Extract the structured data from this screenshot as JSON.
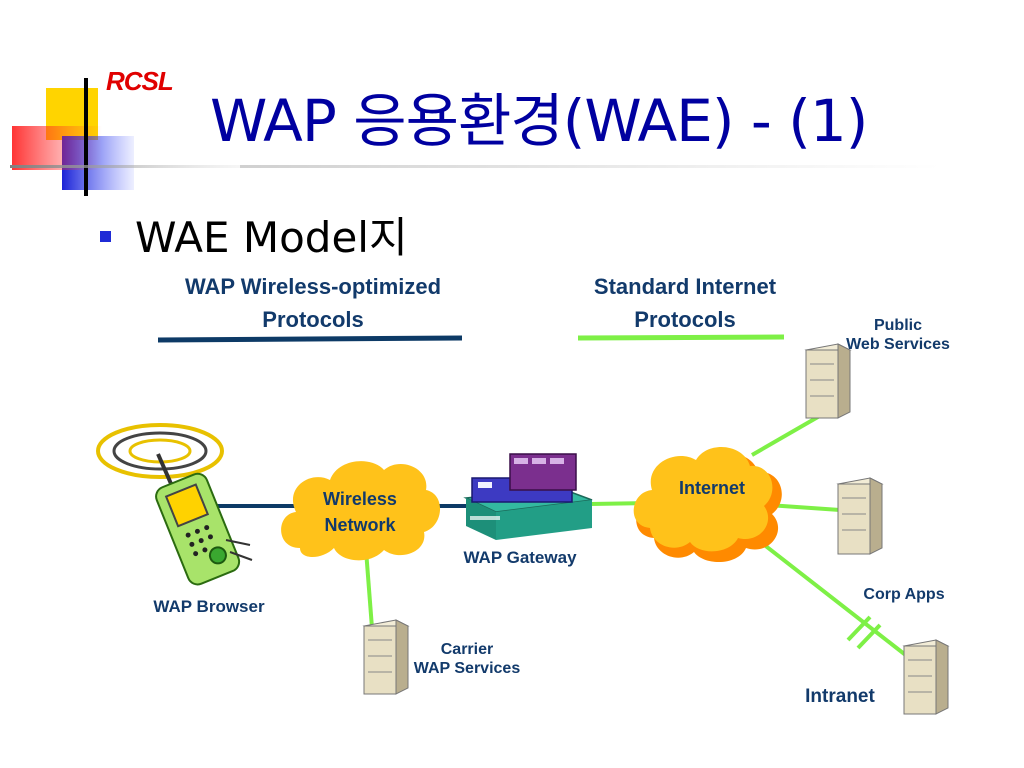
{
  "logo": {
    "text": "RCSL"
  },
  "title": "WAP 응용환경(WAE) - (1)",
  "bullet": "WAE Model지",
  "diagram": {
    "left_header": [
      "WAP Wireless-optimized",
      "Protocols"
    ],
    "right_header": [
      "Standard Internet",
      "Protocols"
    ],
    "wap_browser": "WAP Browser",
    "wireless_network": [
      "Wireless",
      "Network"
    ],
    "wap_gateway": "WAP Gateway",
    "internet": "Internet",
    "public_web_services": [
      "Public",
      "Web Services"
    ],
    "corp_apps": "Corp Apps",
    "intranet": "Intranet",
    "carrier_wap_services": [
      "Carrier",
      "WAP Services"
    ]
  },
  "colors": {
    "title": "#0000a0",
    "logo": "#e00000",
    "bullet": "#1f2bd6",
    "navy_line": "#0d3a66",
    "green_line": "#7ef046",
    "cloud_fill": "#ffc21a",
    "cloud_shadow": "#ff8a00"
  }
}
